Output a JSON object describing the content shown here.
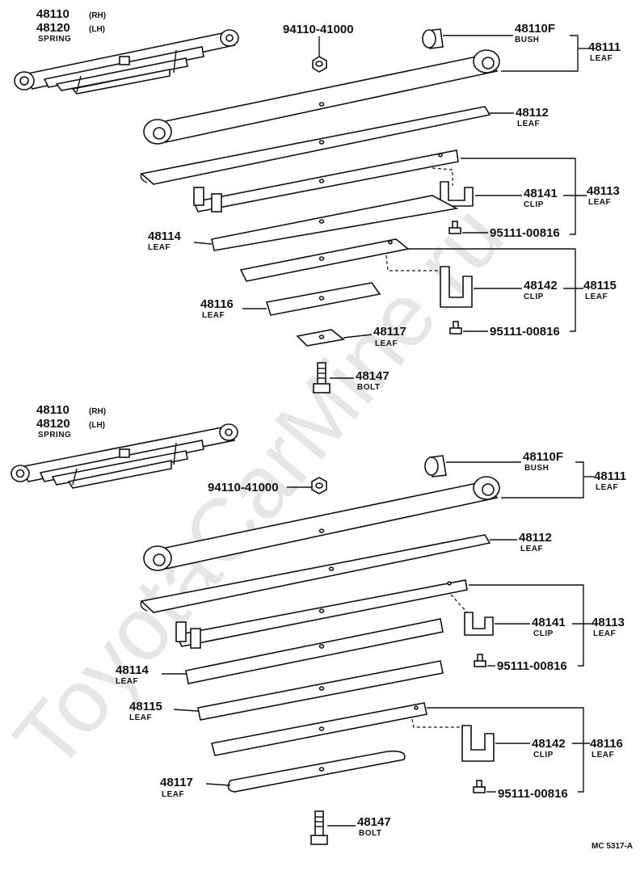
{
  "watermark": "ToyotaCarMine.ru",
  "diagram_code": "MC 5317-A",
  "top": {
    "spring": {
      "rh_part": "48110",
      "rh": "(RH)",
      "lh_part": "48120",
      "lh": "(LH)",
      "desc": "SPRING"
    },
    "nut": "94110-41000",
    "bush": {
      "part": "48110F",
      "desc": "BUSH"
    },
    "leaf_48111": {
      "part": "48111",
      "desc": "LEAF"
    },
    "leaf_48112": {
      "part": "48112",
      "desc": "LEAF"
    },
    "clip_48141": {
      "part": "48141",
      "desc": "CLIP"
    },
    "leaf_48113": {
      "part": "48113",
      "desc": "LEAF"
    },
    "bolt_a": "95111-00816",
    "leaf_48114": {
      "part": "48114",
      "desc": "LEAF"
    },
    "clip_48142": {
      "part": "48142",
      "desc": "CLIP"
    },
    "leaf_48115": {
      "part": "48115",
      "desc": "LEAF"
    },
    "leaf_48116": {
      "part": "48116",
      "desc": "LEAF"
    },
    "bolt_b": "95111-00816",
    "leaf_48117": {
      "part": "48117",
      "desc": "LEAF"
    },
    "bolt_48147": {
      "part": "48147",
      "desc": "BOLT"
    }
  },
  "bottom": {
    "spring": {
      "rh_part": "48110",
      "rh": "(RH)",
      "lh_part": "48120",
      "lh": "(LH)",
      "desc": "SPRING"
    },
    "nut": "94110-41000",
    "bush": {
      "part": "48110F",
      "desc": "BUSH"
    },
    "leaf_48111": {
      "part": "48111",
      "desc": "LEAF"
    },
    "leaf_48112": {
      "part": "48112",
      "desc": "LEAF"
    },
    "clip_48141": {
      "part": "48141",
      "desc": "CLIP"
    },
    "leaf_48113": {
      "part": "48113",
      "desc": "LEAF"
    },
    "bolt_a": "95111-00816",
    "leaf_48114": {
      "part": "48114",
      "desc": "LEAF"
    },
    "leaf_48115": {
      "part": "48115",
      "desc": "LEAF"
    },
    "clip_48142": {
      "part": "48142",
      "desc": "CLIP"
    },
    "leaf_48116": {
      "part": "48116",
      "desc": "LEAF"
    },
    "leaf_48117": {
      "part": "48117",
      "desc": "LEAF"
    },
    "bolt_b": "95111-00816",
    "bolt_48147": {
      "part": "48147",
      "desc": "BOLT"
    }
  }
}
